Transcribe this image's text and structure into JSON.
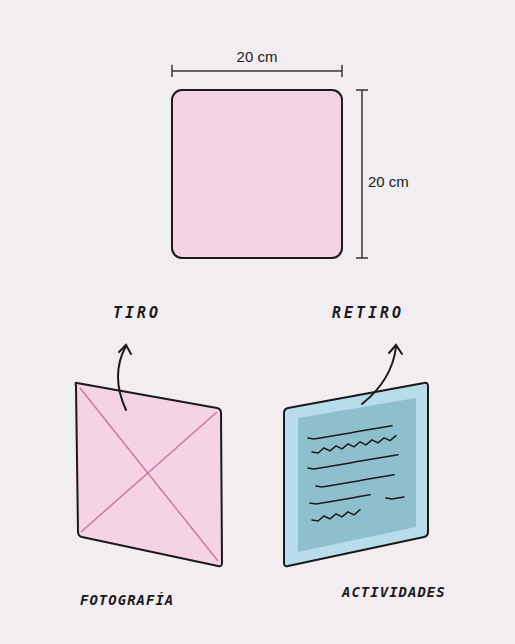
{
  "diagram": {
    "labels": [
      "20 cm",
      "20 cm",
      "TIRO",
      "RETIRO",
      "FOTOGRAFÍA",
      "ACTIVIDADES"
    ]
  }
}
